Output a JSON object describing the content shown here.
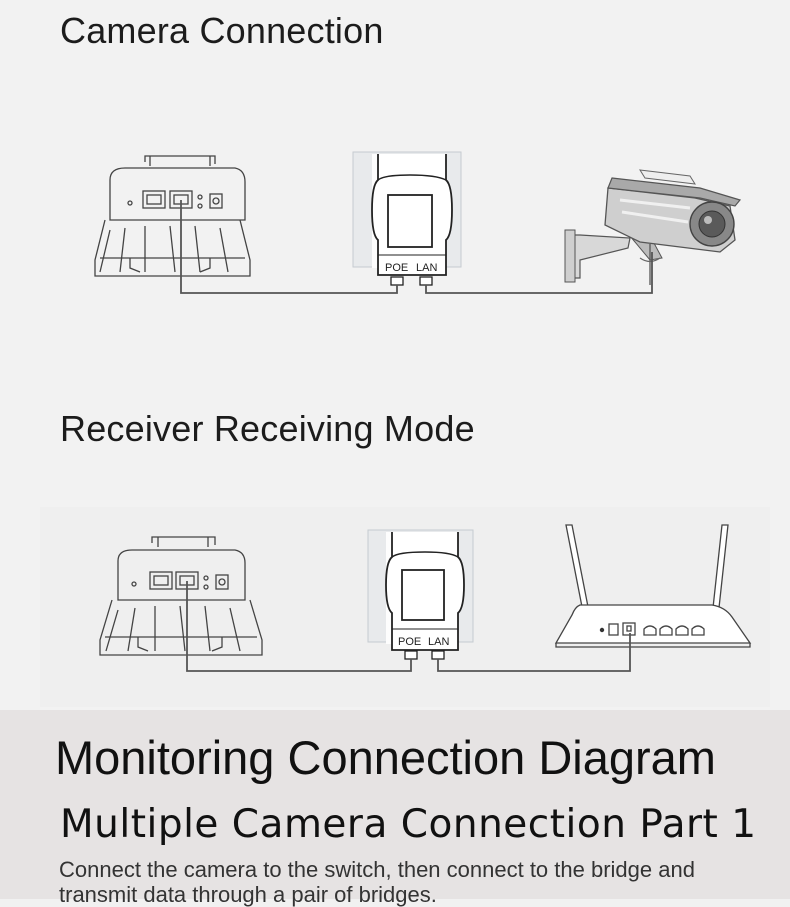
{
  "camera_section": {
    "title": "Camera Connection",
    "poe_label": "POE",
    "lan_label": "LAN"
  },
  "receiver_section": {
    "title": "Receiver Receiving Mode",
    "poe_label": "POE",
    "lan_label": "LAN"
  },
  "monitor_section": {
    "title": "Monitoring Connection Diagram",
    "subtitle": "Multiple Camera Connection Part 1",
    "description": "Connect the camera to the switch, then connect to the bridge and transmit data through a pair of bridges."
  },
  "colors": {
    "background": "#f2f2f2",
    "footer_background": "#e6e3e3",
    "line": "#555555",
    "text": "#1c1c1c"
  }
}
